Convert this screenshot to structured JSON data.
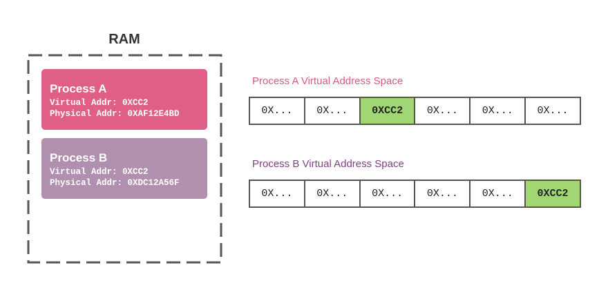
{
  "ram": {
    "title": "RAM"
  },
  "colors": {
    "process_a": "#df5f86",
    "process_b": "#b18faf",
    "label_a": "#d95a82",
    "label_b": "#7f3f84",
    "highlight": "#a0d774",
    "border": "#555555"
  },
  "processes": [
    {
      "name": "Process A",
      "virtual_label": "Virtual Addr:",
      "virtual": "0XCC2",
      "physical_label": "Physical Addr:",
      "physical": "0XAF12E4BD"
    },
    {
      "name": "Process B",
      "virtual_label": "Virtual Addr:",
      "virtual": "0XCC2",
      "physical_label": "Physical Addr:",
      "physical": "0XDC12A56F"
    }
  ],
  "address_spaces": [
    {
      "label": "Process A Virtual Address Space",
      "cells": [
        "0X...",
        "0X...",
        "0XCC2",
        "0X...",
        "0X...",
        "0X..."
      ],
      "highlight_index": 2
    },
    {
      "label": "Process B Virtual Address Space",
      "cells": [
        "0X...",
        "0X...",
        "0X...",
        "0X...",
        "0X...",
        "0XCC2"
      ],
      "highlight_index": 5
    }
  ]
}
